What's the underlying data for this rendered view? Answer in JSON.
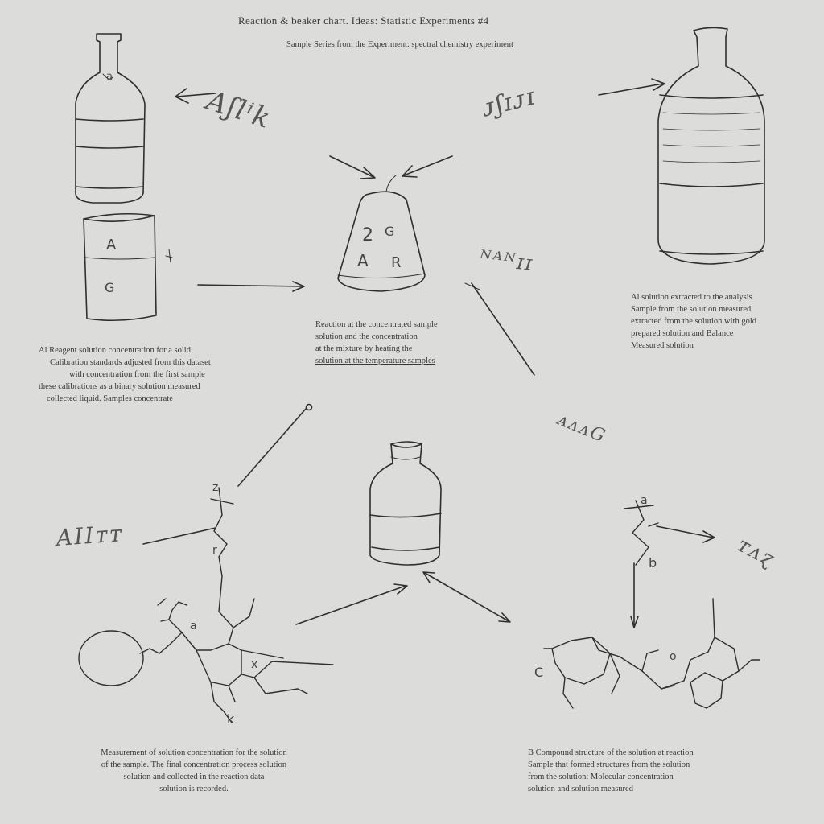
{
  "diagram": {
    "title": "Reaction & beaker chart. Ideas: Statistic Experiments #4",
    "subtitle": "Sample Series from the Experiment: spectral chemistry experiment",
    "paragraphs": {
      "left": [
        "Al Reagent solution concentration for a solid",
        "Calibration standards adjusted from this dataset",
        "with concentration from the first sample",
        "these calibrations as a binary solution measured",
        "collected liquid. Samples concentrate"
      ],
      "center": [
        "Reaction at the concentrated sample",
        "solution and the concentration",
        "at the mixture by heating the",
        "solution at the temperature samples"
      ],
      "right": [
        "Al solution extracted to the analysis",
        "Sample from the solution measured",
        "extracted from the solution with gold",
        "prepared solution and Balance",
        "Measured solution"
      ],
      "bottom_left": [
        "Measurement of solution concentration for the solution",
        "of the sample. The final concentration process solution",
        "solution and collected in the reaction data",
        "solution is recorded."
      ],
      "bottom_right": [
        "B Compound structure of the solution at reaction",
        "Sample that formed structures from the solution",
        "from the solution: Molecular concentration",
        "solution and solution measured"
      ]
    },
    "beaker_labels": {
      "left_beaker_top": "A",
      "left_beaker_bottom": "G",
      "flask_top_left": "2",
      "flask_top_right": "G",
      "flask_bottom_left": "A",
      "flask_bottom_right": "R",
      "bottle_tick": "a"
    },
    "scribbles": {
      "top_left": "Aʃlⁱk",
      "top_right": "ᴊʃɪᴊɪ",
      "mid_right": "ᴺᴬᴺɪɪ",
      "diag_right": "ᴀᴧᴧG",
      "bottom_left": "AIIᴛᴛ",
      "far_right": "ᴛᴧɀ"
    },
    "molecule_labels": {
      "left_top": "z",
      "left_a": "a",
      "left_r": "r",
      "left_x": "x",
      "left_k": "k",
      "right_top": "a",
      "right_b": "b",
      "right_c": "C",
      "right_o": "o"
    }
  }
}
